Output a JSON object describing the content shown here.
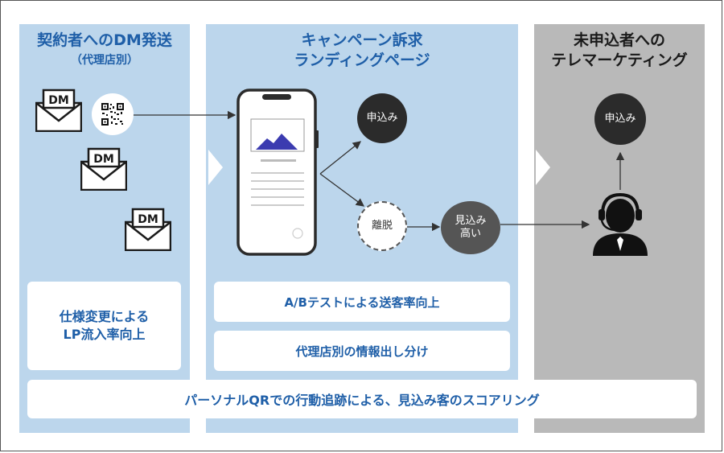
{
  "left_panel": {
    "title": "契約者へのDM発送",
    "subtitle": "（代理店別）",
    "dm_label": "DM",
    "card": [
      "仕様変更による",
      "LP流入率向上"
    ]
  },
  "center_panel": {
    "title": [
      "キャンペーン訴求",
      "ランディングページ"
    ],
    "apply_label": "申込み",
    "leave_label": "離脱",
    "likely_label": [
      "見込み",
      "高い"
    ],
    "card1": "A/Bテストによる送客率向上",
    "card2": "代理店別の情報出し分け"
  },
  "right_panel": {
    "title": [
      "未申込者への",
      "テレマーケティング"
    ],
    "apply_label": "申込み"
  },
  "bottom_banner": "パーソナルQRでの行動追跡による、見込み客のスコアリング",
  "colors": {
    "blue_panel": "#bcd6ec",
    "gray_panel": "#b9b9b9",
    "accent": "#1f5fa8",
    "dark": "#2b2b2b"
  }
}
